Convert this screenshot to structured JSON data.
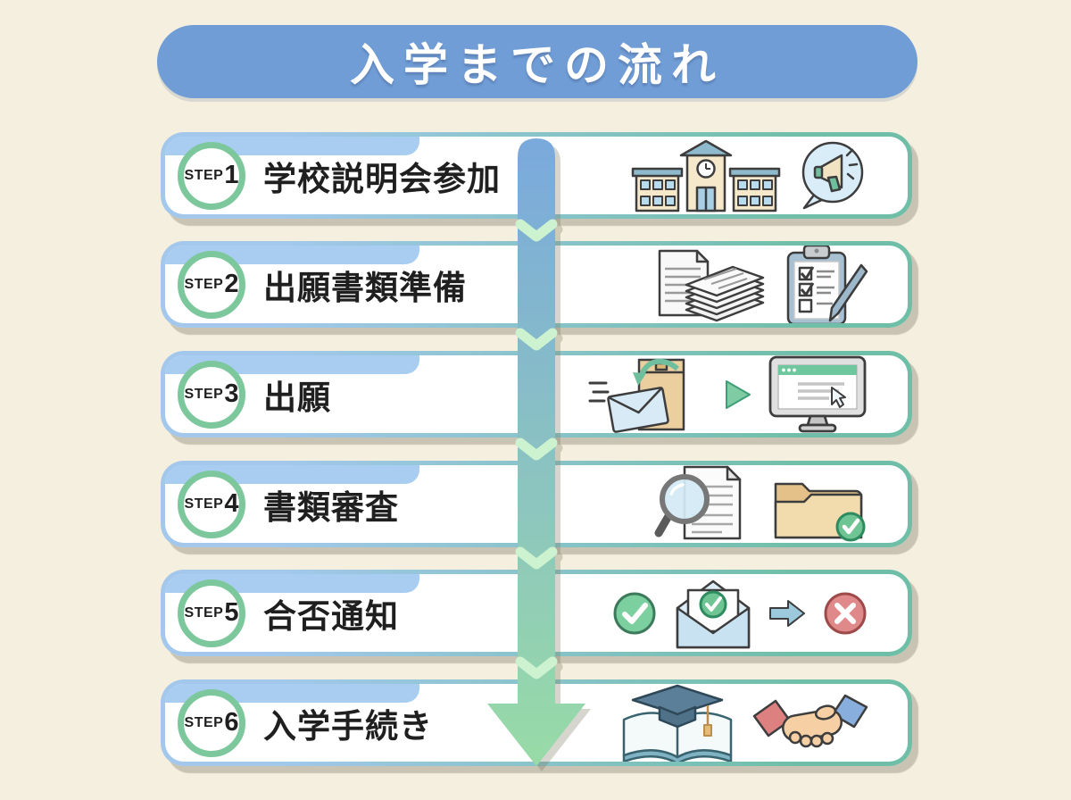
{
  "title": {
    "text": "入学までの流れ"
  },
  "steps": [
    {
      "step_prefix": "STEP",
      "number": "1",
      "label": "学校説明会参加",
      "icons": [
        "school-building-icon",
        "megaphone-announcement-icon"
      ]
    },
    {
      "step_prefix": "STEP",
      "number": "2",
      "label": "出願書類準備",
      "icons": [
        "document-stack-icon",
        "checklist-clipboard-icon"
      ]
    },
    {
      "step_prefix": "STEP",
      "number": "3",
      "label": "出願",
      "icons": [
        "mail-send-icon",
        "flow-triangle-icon",
        "online-application-monitor-icon"
      ]
    },
    {
      "step_prefix": "STEP",
      "number": "4",
      "label": "書類審査",
      "icons": [
        "magnifier-document-icon",
        "approved-folder-icon"
      ]
    },
    {
      "step_prefix": "STEP",
      "number": "5",
      "label": "合否通知",
      "icons": [
        "pass-check-circle-icon",
        "result-envelope-icon",
        "result-arrow-icon",
        "fail-cross-circle-icon"
      ]
    },
    {
      "step_prefix": "STEP",
      "number": "6",
      "label": "入学手続き",
      "icons": [
        "graduation-book-icon",
        "handshake-icon"
      ]
    }
  ],
  "flow_arrow": {
    "direction": "down",
    "chevron_count": 5
  },
  "colors": {
    "background": "#f4efdf",
    "title_bg": "#709dd6",
    "title_text": "#ffffff",
    "card_border_left": "#a3c8ec",
    "card_border_right": "#6fbfa8",
    "banner_blue": "#a9cdf1",
    "step_ring_green": "#7cc79c",
    "arrow_top": "#7aa9dc",
    "arrow_bottom": "#98dba6",
    "chevron": "#ccf2cf",
    "text": "#1f1f1f"
  }
}
